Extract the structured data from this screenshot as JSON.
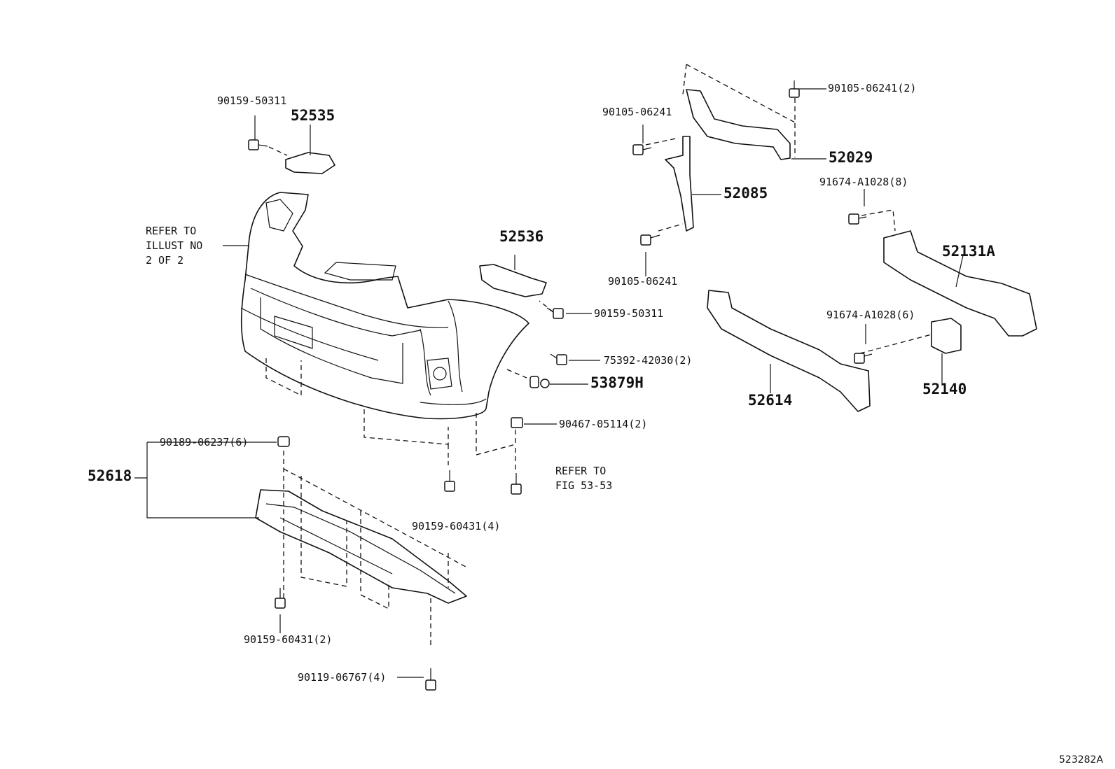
{
  "diagram_id": "523282A",
  "labels": {
    "p90159_50311_top": "90159-50311",
    "p52535": "52535",
    "refer_illust_line1": "REFER TO",
    "refer_illust_line2": "ILLUST NO",
    "refer_illust_line3": "2 OF 2",
    "p52536": "52536",
    "p90159_50311_mid": "90159-50311",
    "p75392_42030": "75392-42030(2)",
    "p53879h": "53879H",
    "p90467_05114": "90467-05114(2)",
    "refer_fig_line1": "REFER TO",
    "refer_fig_line2": "FIG 53-53",
    "p90159_60431_4": "90159-60431(4)",
    "p90189_06237": "90189-06237(6)",
    "p52618": "52618",
    "p90159_60431_2": "90159-60431(2)",
    "p90119_06767": "90119-06767(4)",
    "p90105_06241_a": "90105-06241",
    "p90105_06241_2": "90105-06241(2)",
    "p52029": "52029",
    "p52085": "52085",
    "p90105_06241_b": "90105-06241",
    "p91674_a1028_8": "91674-A1028(8)",
    "p52131a": "52131A",
    "p91674_a1028_6": "91674-A1028(6)",
    "p52614": "52614",
    "p52140": "52140"
  },
  "icons": {
    "bolt": "hex-flange-bolt-icon",
    "clip": "push-clip-icon",
    "nut": "cage-nut-icon"
  }
}
